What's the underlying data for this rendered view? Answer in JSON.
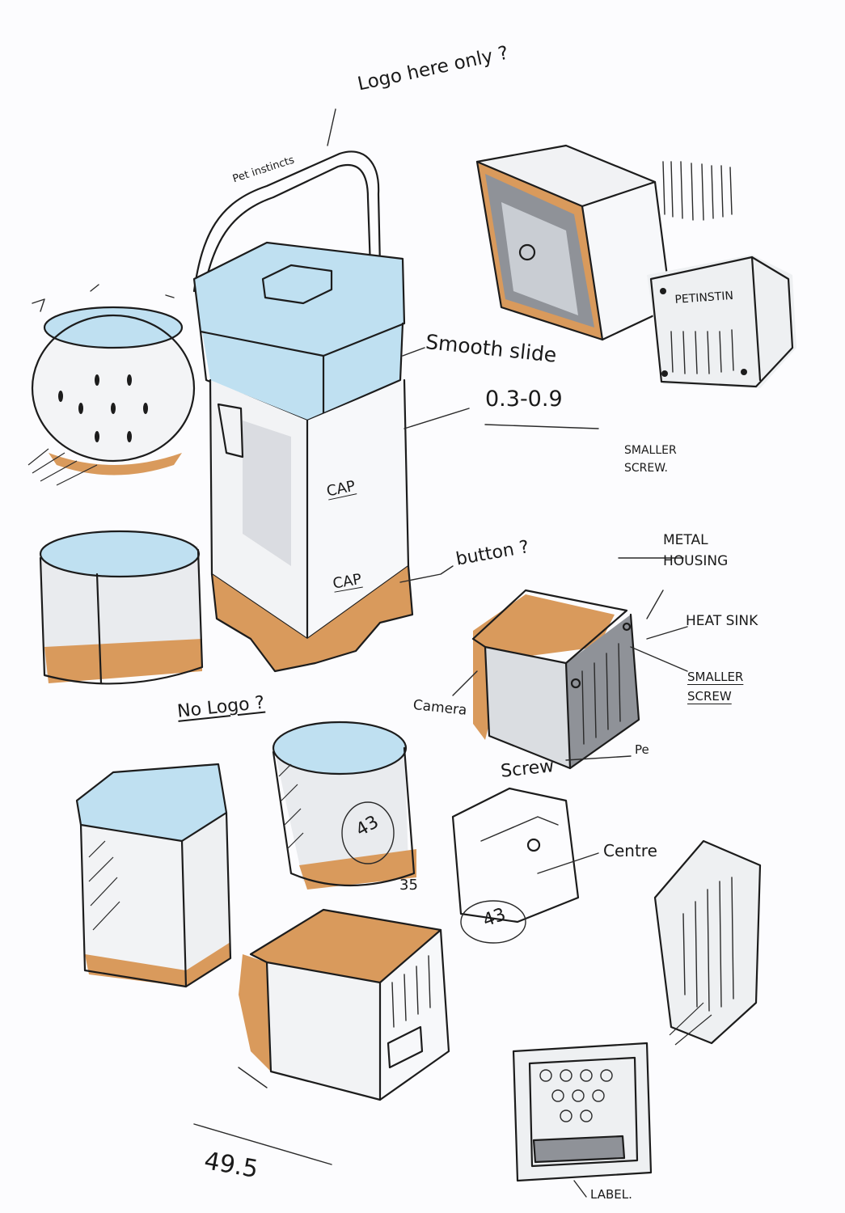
{
  "colors": {
    "blue": "#bfe0f1",
    "orange": "#d99a5c",
    "grey": "#c9cdd3",
    "paper": "#fcfcfe",
    "ink": "#1c1c1c"
  },
  "notes": {
    "logo_here_only": "Logo here only ?",
    "pet_instincts_handle": "Pet instincts",
    "smooth_slide": "Smooth slide",
    "thickness": "0.3-0.9",
    "smaller_screw_top": "SMALLER SCREW.",
    "petinstincts_back": "PETINSTIN",
    "cap_upper": "CAP",
    "cap_lower": "CAP",
    "button": "button ?",
    "metal_housing": "METAL HOUSING",
    "heat_sink": "HEAT SINK",
    "smaller_screw_mid": "SMALLER SCREW",
    "no_logo": "No Logo ?",
    "camera": "Camera",
    "pe": "Pe",
    "screw": "Screw",
    "centre": "Centre",
    "dim_43a": "43",
    "dim_35": "35",
    "dim_43b": "43",
    "dim_49_5": "49.5",
    "label": "LABEL."
  }
}
